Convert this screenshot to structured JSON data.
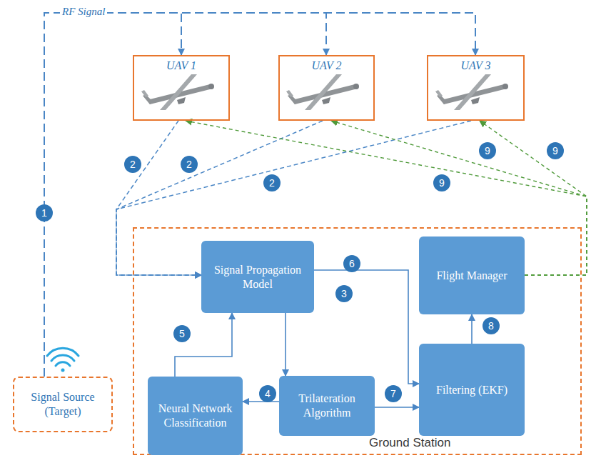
{
  "diagram": {
    "nodes": [
      {
        "text": [
          "UAV 1"
        ]
      },
      {
        "text": [
          "UAV 2"
        ]
      },
      {
        "text": [
          "UAV 3"
        ]
      },
      {
        "text": [
          "Ground Station"
        ]
      },
      {
        "text": [
          "Signal Propagation Model"
        ],
        "in": 3
      },
      {
        "text": [
          "Flight Manager"
        ],
        "in": 3
      },
      {
        "text": [
          "Neural Network Classification"
        ],
        "in": 3
      },
      {
        "text": [
          "Trilateration Algorithm"
        ],
        "in": 3
      },
      {
        "text": [
          "Filtering (EKF)"
        ],
        "in": 3
      },
      {
        "text": [
          "Signal Source (Target)"
        ]
      }
    ],
    "edges": [
      {
        "from": 9,
        "to": 0,
        "arrow": "to",
        "label": "RF Signal"
      },
      {
        "from": 9,
        "to": 1,
        "arrow": "to"
      },
      {
        "from": 9,
        "to": 2,
        "arrow": "to"
      },
      {
        "from": 0,
        "to": 4,
        "arrow": "to"
      },
      {
        "from": 1,
        "to": 4,
        "arrow": "to"
      },
      {
        "from": 2,
        "to": 4,
        "arrow": "to"
      },
      {
        "from": 4,
        "to": 7,
        "arrow": "to"
      },
      {
        "from": 7,
        "to": 6,
        "arrow": "to"
      },
      {
        "from": 6,
        "to": 4,
        "arrow": "to"
      },
      {
        "from": 4,
        "to": 8,
        "arrow": "to"
      },
      {
        "from": 7,
        "to": 8,
        "arrow": "to"
      },
      {
        "from": 8,
        "to": 5,
        "arrow": "to"
      },
      {
        "from": 5,
        "to": 0,
        "arrow": "to"
      },
      {
        "from": 5,
        "to": 1,
        "arrow": "to"
      },
      {
        "from": 5,
        "to": 2,
        "arrow": "to"
      }
    ],
    "labels": [
      "1",
      "2",
      "2",
      "2",
      "9",
      "9",
      "9",
      "3",
      "4",
      "5",
      "6",
      "7",
      "8"
    ]
  }
}
